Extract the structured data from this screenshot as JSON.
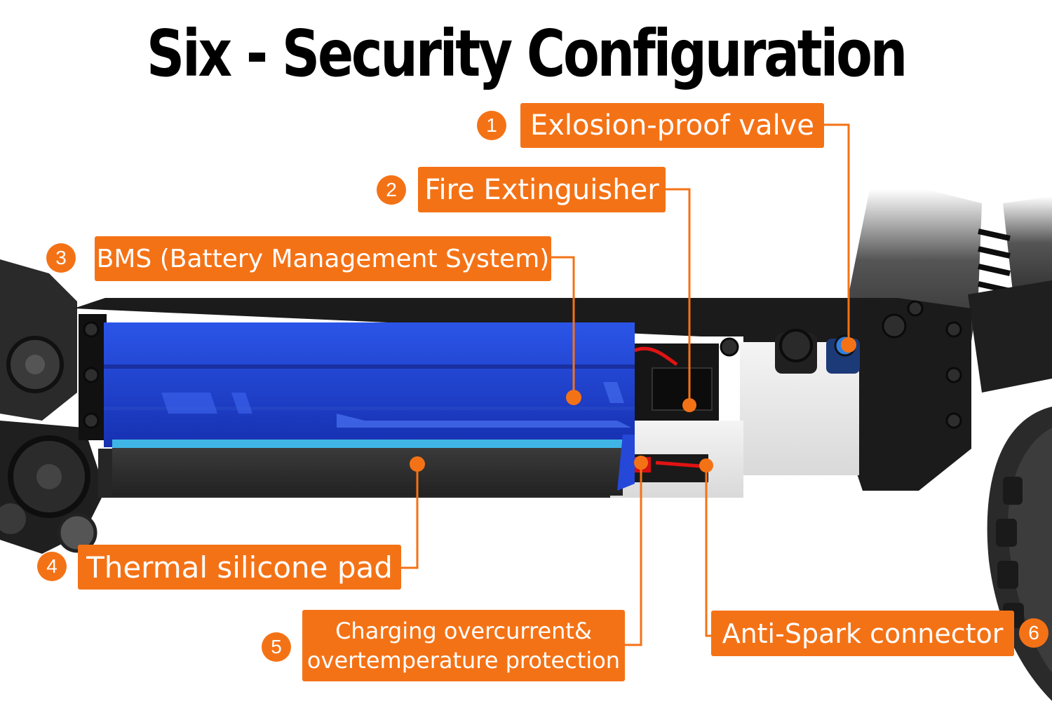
{
  "title": "Six - Security Configuration",
  "callouts": [
    {
      "number": "1",
      "label": "Exlosion-proof valve"
    },
    {
      "number": "2",
      "label": "Fire Extinguisher"
    },
    {
      "number": "3",
      "label": "BMS (Battery Management System)"
    },
    {
      "number": "4",
      "label": "Thermal silicone pad"
    },
    {
      "number": "5",
      "label_line1": "Charging overcurrent&",
      "label_line2": "overtemperature protection"
    },
    {
      "number": "6",
      "label": "Anti-Spark connector"
    }
  ],
  "colors": {
    "accent": "#f47216",
    "battery": "#1e3fd0",
    "frame": "#1b1b1b"
  }
}
